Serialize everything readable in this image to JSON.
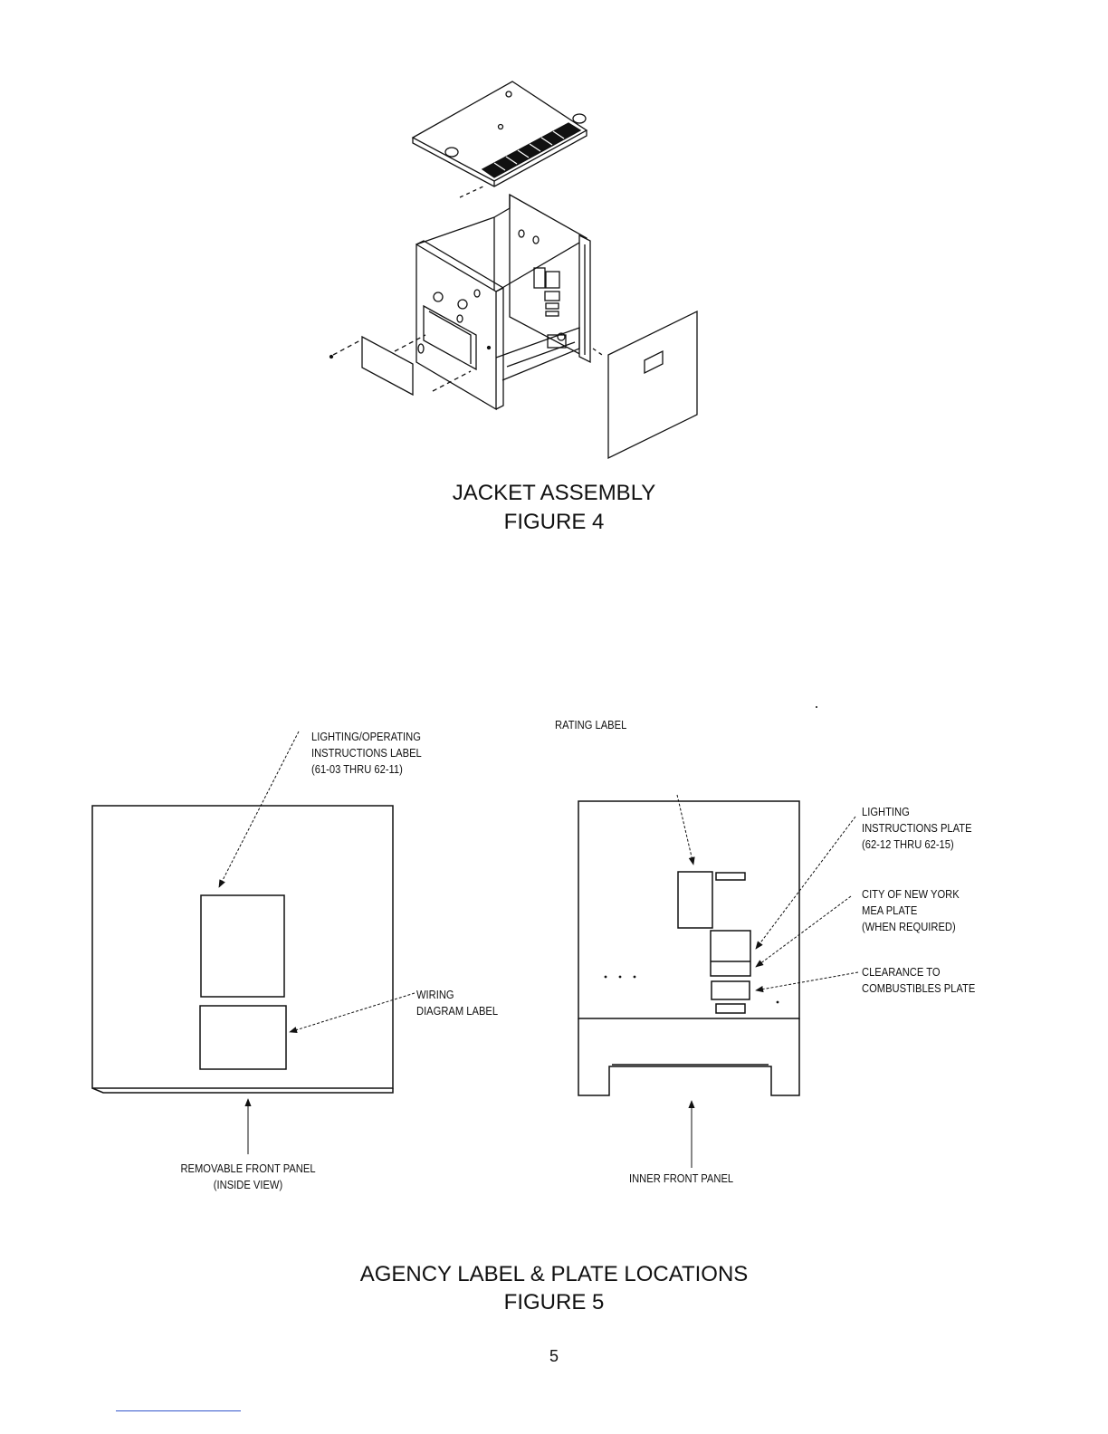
{
  "figure4": {
    "title": "JACKET ASSEMBLY",
    "number": "FIGURE 4"
  },
  "figure5": {
    "title": "AGENCY LABEL & PLATE LOCATIONS",
    "number": "FIGURE 5",
    "labels": {
      "lighting_operating": [
        "LIGHTING/OPERATING",
        "INSTRUCTIONS LABEL",
        "(61-03 THRU 62-11)"
      ],
      "wiring_diagram": [
        "WIRING",
        "DIAGRAM LABEL"
      ],
      "removable_front_panel": [
        "REMOVABLE FRONT PANEL",
        "(INSIDE VIEW)"
      ],
      "rating_label": "RATING LABEL",
      "lighting_plate": [
        "LIGHTING",
        "INSTRUCTIONS PLATE",
        "(62-12 THRU 62-15)"
      ],
      "nyc_mea_plate": [
        "CITY OF NEW YORK",
        "MEA PLATE",
        "(WHEN REQUIRED)"
      ],
      "clearance_plate": [
        "CLEARANCE TO",
        "COMBUSTIBLES PLATE"
      ],
      "inner_front_panel": "INNER FRONT PANEL"
    }
  },
  "page_number": "5"
}
